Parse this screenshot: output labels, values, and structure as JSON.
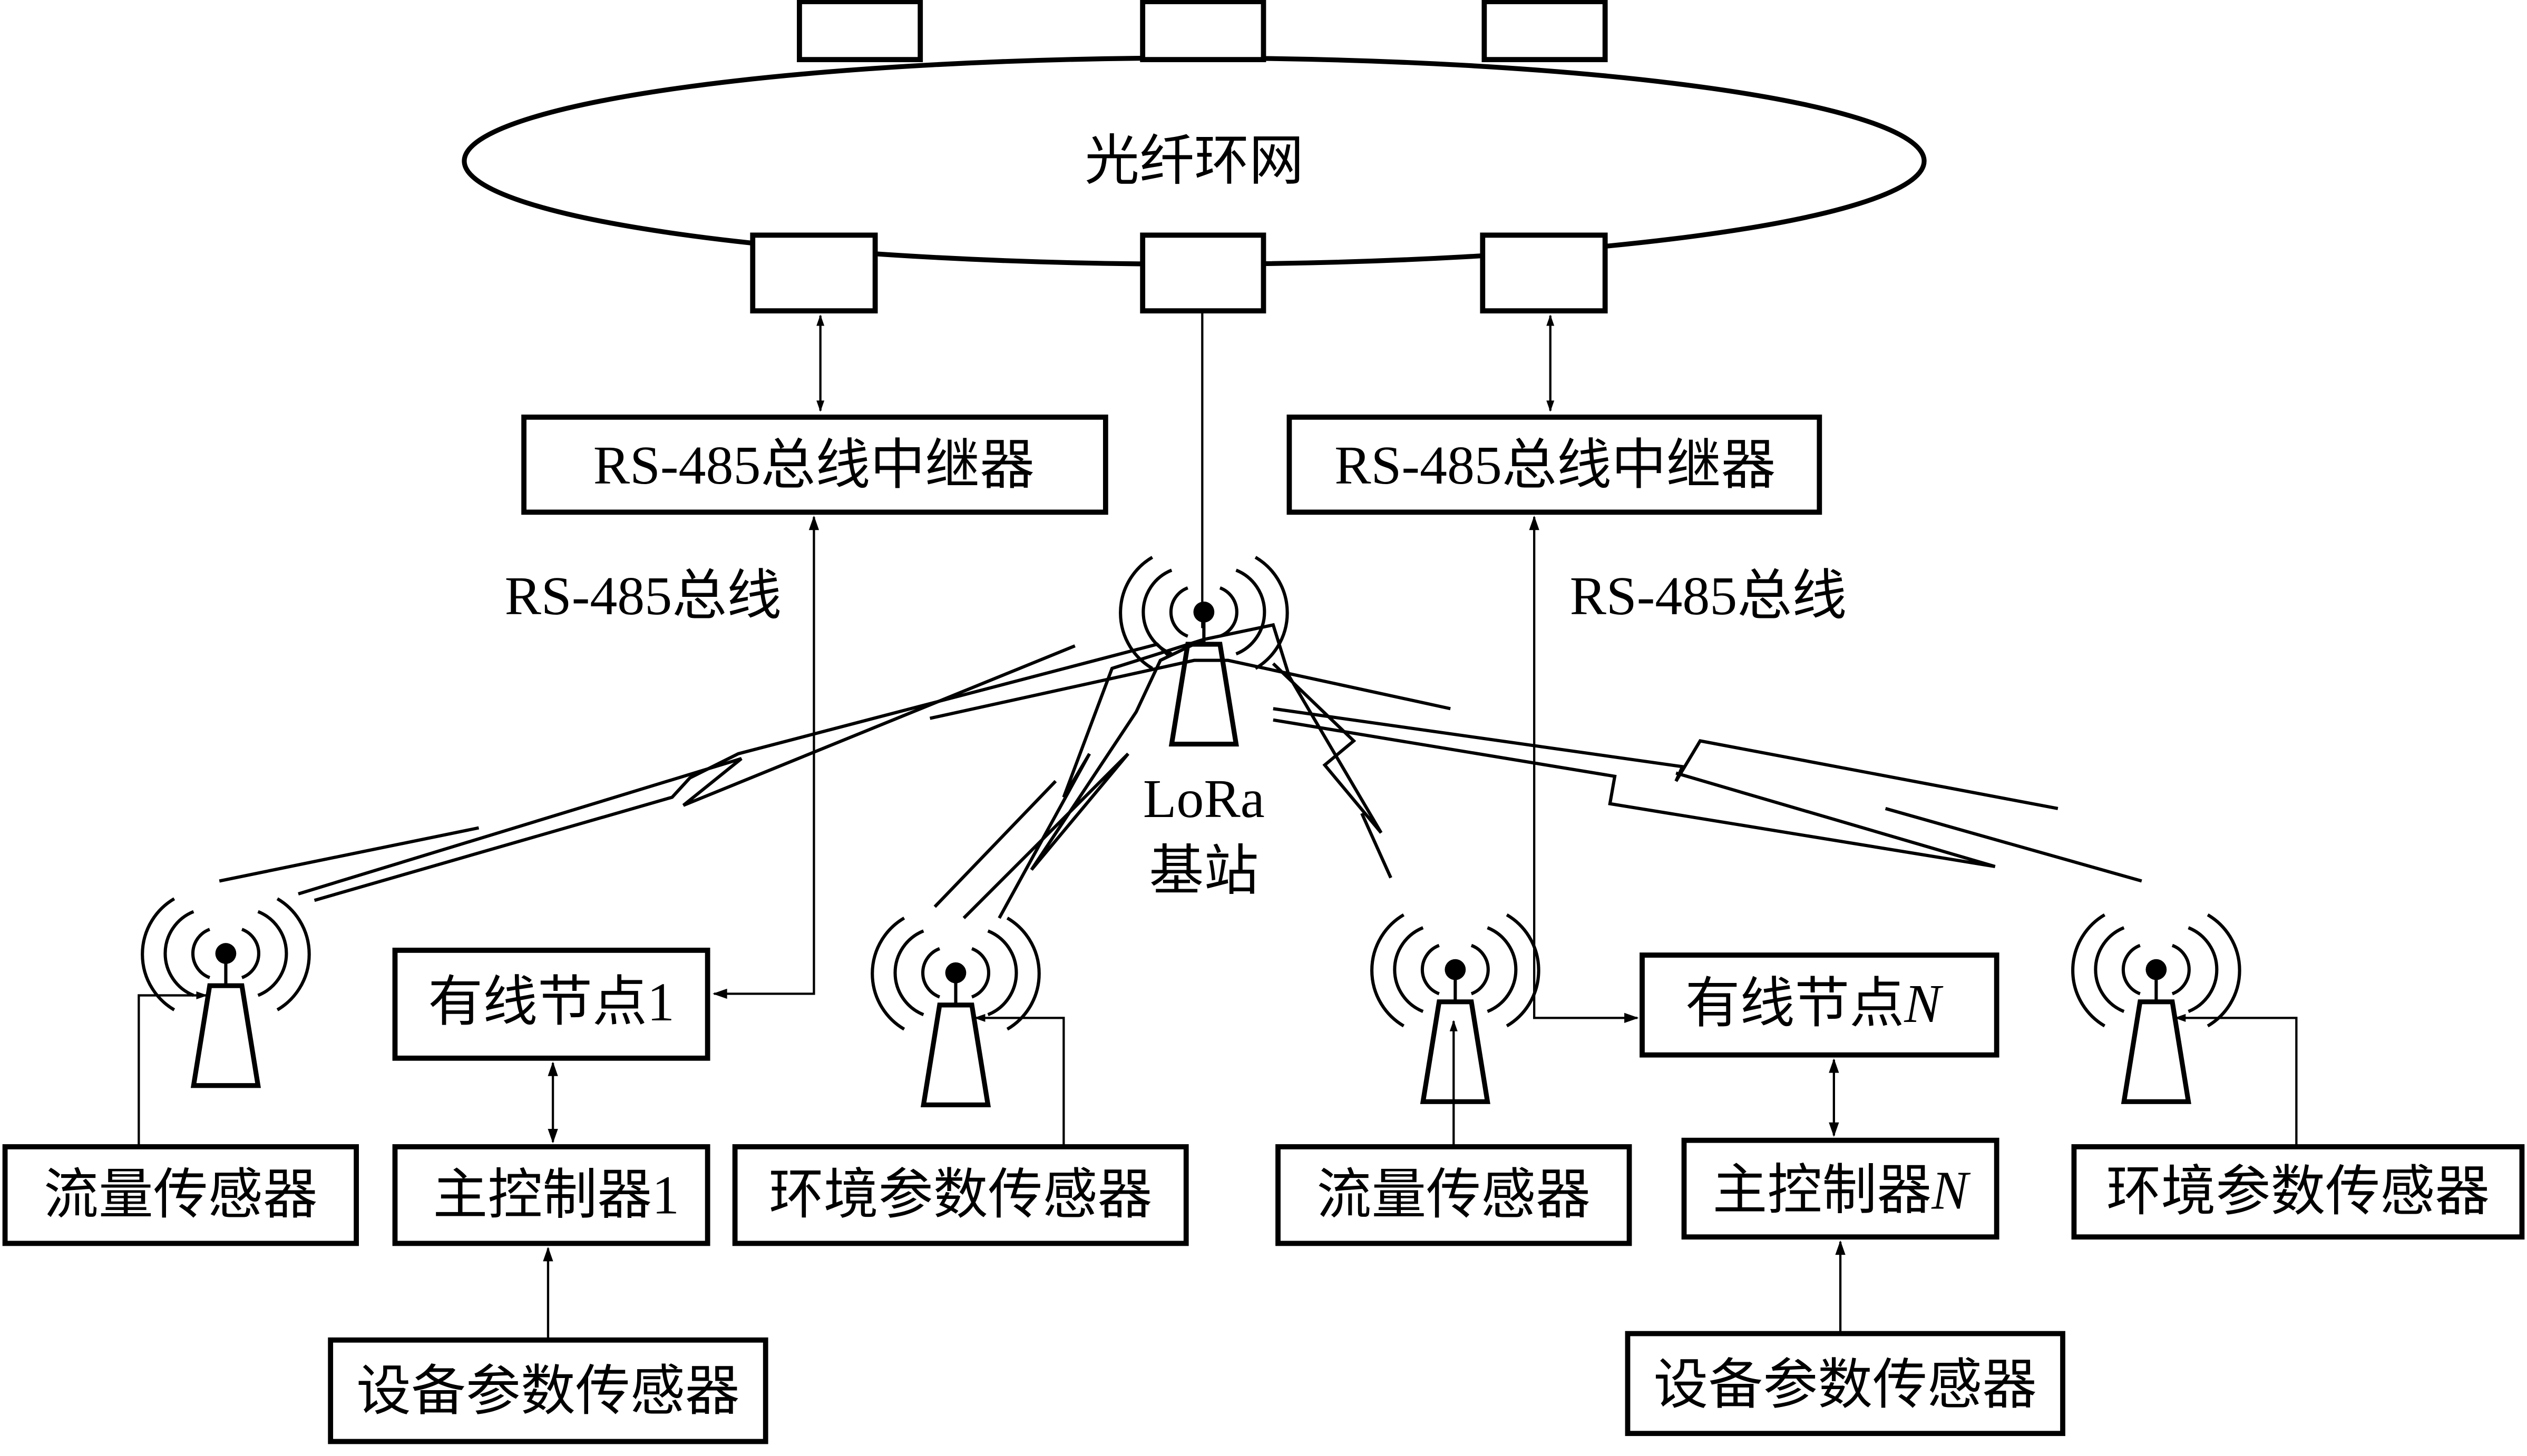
{
  "diagram": {
    "title": "",
    "ring": {
      "label": "光纤环网",
      "top_nodes": 3,
      "bottom_nodes": 3
    },
    "repeaters": [
      {
        "id": "repeater-left",
        "label": "RS-485总线中继器"
      },
      {
        "id": "repeater-right",
        "label": "RS-485总线中继器"
      }
    ],
    "bus_labels": [
      {
        "id": "bus-left",
        "label": "RS-485总线"
      },
      {
        "id": "bus-right",
        "label": "RS-485总线"
      }
    ],
    "base_station": {
      "line1": "LoRa",
      "line2": "基站"
    },
    "left_group": {
      "flow_sensor": "流量传感器",
      "wired_node": {
        "prefix": "有线节点",
        "suffix": "1"
      },
      "main_controller": {
        "prefix": "主控制器",
        "suffix": "1"
      },
      "device_sensor": "设备参数传感器",
      "env_sensor": "环境参数传感器"
    },
    "right_group": {
      "flow_sensor": "流量传感器",
      "wired_node": {
        "prefix": "有线节点",
        "suffix": "N"
      },
      "main_controller": {
        "prefix": "主控制器",
        "suffix": "N"
      },
      "device_sensor": "设备参数传感器",
      "env_sensor": "环境参数传感器"
    },
    "colors": {
      "stroke": "#000000",
      "background": "#ffffff"
    }
  }
}
